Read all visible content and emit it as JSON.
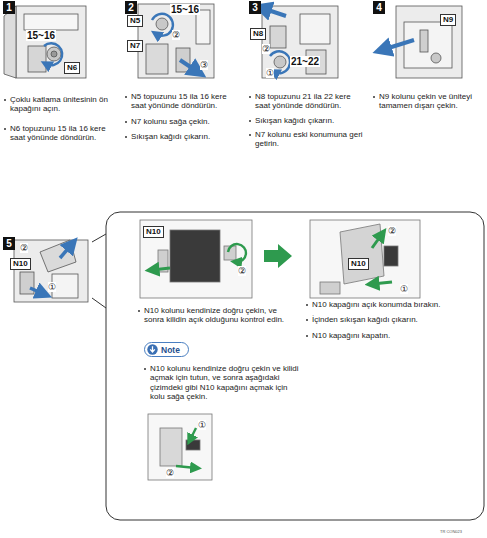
{
  "diagram": {
    "nodes": [
      {
        "text": [
          "1"
        ]
      },
      {
        "text": [
          "2"
        ]
      },
      {
        "text": [
          "3"
        ]
      },
      {
        "text": [
          "4"
        ]
      },
      {
        "text": [
          "5"
        ]
      },
      {
        "text": [
          "N10 kolunu kendinize doğru çekin, ve sonra kilidin açık olduğunu kontrol edin.",
          "N10 kapağını açık konumda bırakın.",
          "İçinden sıkışan kağıdı çıkarın.",
          "N10 kapağını kapatın."
        ]
      },
      {
        "text": [
          "Note"
        ],
        "in": 5
      }
    ],
    "edges": [
      {
        "from": 4,
        "to": 5,
        "arrow": "none"
      }
    ],
    "labels": [
      "Çoklu katlama ünitesinin ön kapağını açın.",
      "N6 topuzunu 15 ila 16 kere saat yönünde döndürün.",
      "N5 topuzunu 15 ila 16 kere saat yönünde döndürün.",
      "N7 kolunu sağa çekin.",
      "Sıkışan kağıdı çıkarın.",
      "N8 topuzunu 21 ila 22 kere saat yönünde döndürün.",
      "Sıkışan kağıdı çıkarın.",
      "N7 kolunu eski konumuna geri getirin.",
      "N9 kolunu çekin ve üniteyi tamamen dışarı çekin.",
      "N10 kolunu kendinize doğru çekin ve kilidi açmak için tutun, ve sonra aşağıdaki çizimdeki gibi N10 kapağını açmak için kolu sağa çekin.",
      "15~16",
      "N6",
      "N5",
      "15~16",
      "②",
      "N7",
      "③",
      "N8",
      "②",
      "①",
      "21~22",
      "N9",
      "②",
      "N10",
      "①",
      "N10",
      "②",
      "②",
      "N10",
      "①",
      "①",
      "②",
      "TR CON023"
    ]
  }
}
